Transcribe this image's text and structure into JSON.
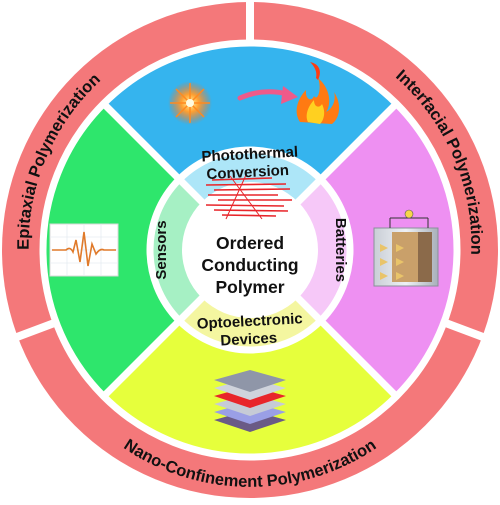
{
  "center": {
    "lines": [
      "Ordered",
      "Conducting",
      "Polymer"
    ]
  },
  "inner_ring": {
    "top": [
      "Photothermal",
      "Conversion"
    ],
    "right": "Batteries",
    "bottom": [
      "Optoelectronic",
      "Devices"
    ],
    "left": "Sensors"
  },
  "outer_ring": {
    "left": "Epitaxial Polymerization",
    "right": "Interfacial Polymerization",
    "bottom": "Nano-Confinement Polymerization"
  },
  "colors": {
    "outer_ring": "#f4787a",
    "top_sector": "#35b4ee",
    "right_sector": "#ee90f2",
    "bottom_sector": "#e6ff3c",
    "left_sector": "#2ee66c",
    "inner_top": "#ade6f8",
    "inner_right": "#f6c8f8",
    "inner_bottom": "#f4f6a0",
    "inner_left": "#a6f0c4",
    "polymer_lines": "#e8252a",
    "arrow": "#ee5a8a"
  },
  "icons": {
    "top": [
      "sun-icon",
      "arrow-icon",
      "flame-icon"
    ],
    "right": "battery-cell-icon",
    "bottom": "device-layers-icon",
    "left": "signal-wave-icon",
    "center": "polymer-chains-icon"
  }
}
